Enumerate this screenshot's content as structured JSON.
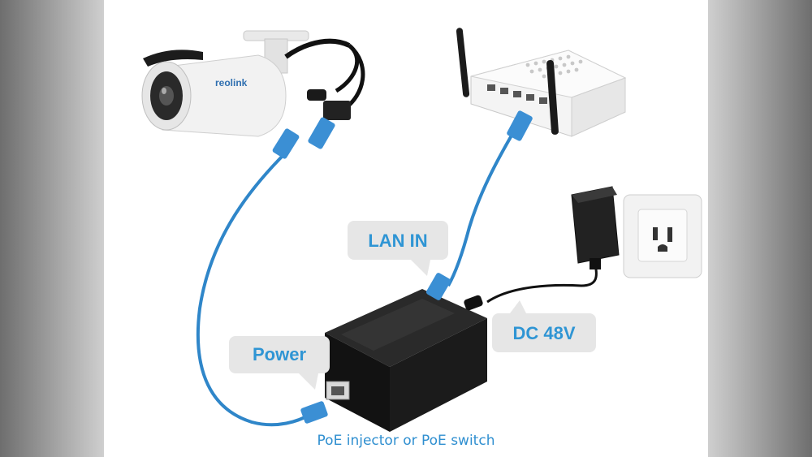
{
  "labels": {
    "lan_in": "LAN IN",
    "power": "Power",
    "dc": "DC 48V"
  },
  "camera_brand": "reolink",
  "caption": "PoE injector or PoE switch",
  "colors": {
    "cable": "#2f86c9",
    "label_text": "#2f95d4",
    "bubble": "#e6e6e6",
    "injector": "#151515"
  }
}
